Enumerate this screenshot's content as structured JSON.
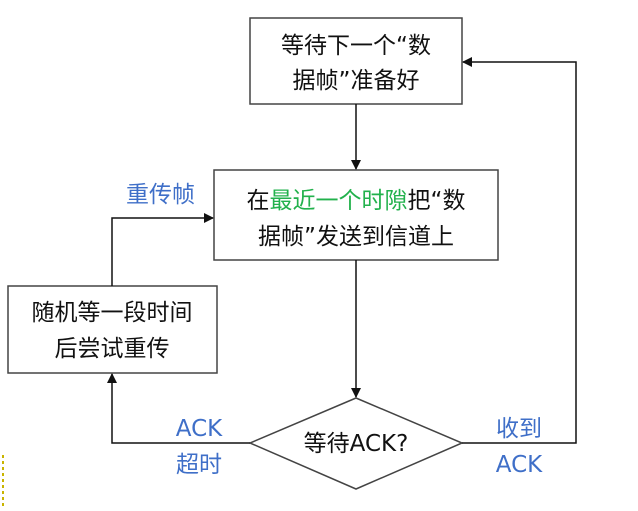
{
  "colors": {
    "text": "#111111",
    "highlight_green": "#22b14c",
    "highlight_brown": "#8b2c10",
    "label_blue": "#3f6fc8",
    "stroke": "#444444"
  },
  "nodes": {
    "wait_frame": {
      "line1": "等待下一个“数",
      "line2": "据帧”准备好"
    },
    "send_frame": {
      "line1_prefix": "在",
      "line1_highlight": "最近一个时隙",
      "line1_suffix": "把“数",
      "line2": "据帧”发送到信道上"
    },
    "wait_ack": {
      "label": "等待ACK?"
    },
    "retry": {
      "line1_highlight": "随机等一段时间",
      "line2": "后尝试重传"
    }
  },
  "edges": {
    "retransmit_label": "重传帧",
    "timeout_label_line1": "ACK",
    "timeout_label_line2": "超时",
    "received_label_line1": "收到",
    "received_label_line2": "ACK"
  }
}
